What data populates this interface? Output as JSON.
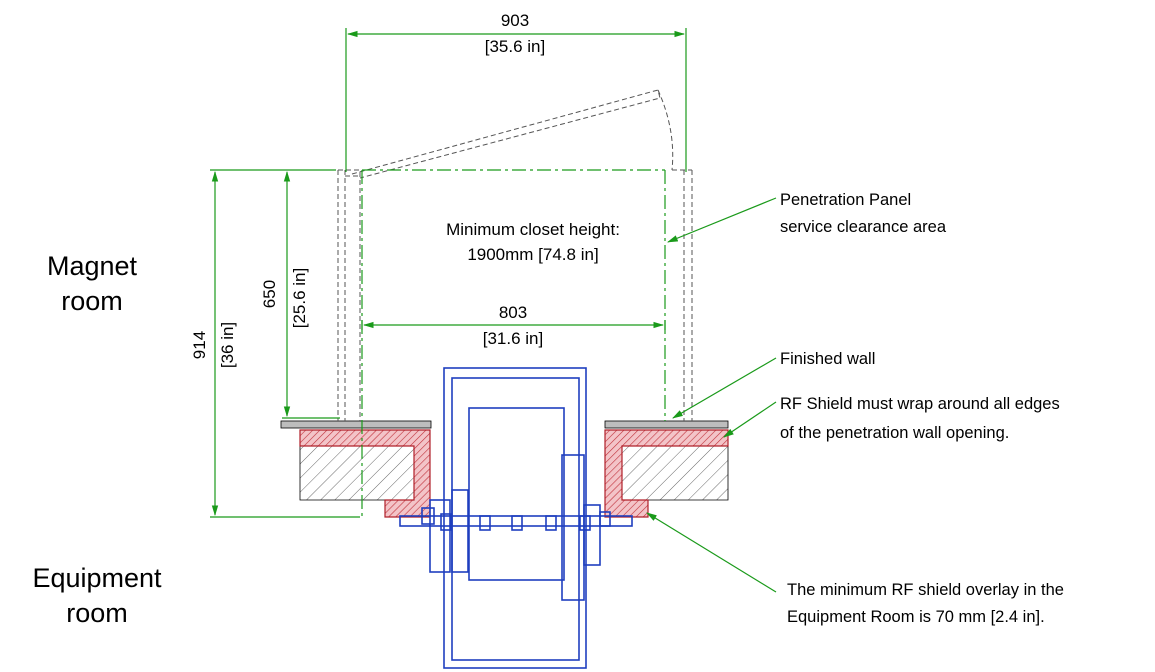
{
  "labels": {
    "magnet_room_line1": "Magnet",
    "magnet_room_line2": "room",
    "equipment_room_line1": "Equipment",
    "equipment_room_line2": "room",
    "dim_903_mm": "903",
    "dim_903_in": "[35.6 in]",
    "dim_803_mm": "803",
    "dim_803_in": "[31.6 in]",
    "dim_650_mm": "650",
    "dim_650_in": "[25.6 in]",
    "dim_914_mm": "914",
    "dim_914_in": "[36 in]",
    "closet_line1": "Minimum closet height:",
    "closet_line2": "1900mm [74.8 in]",
    "callout_panel_line1": "Penetration Panel",
    "callout_panel_line2": "service clearance area",
    "callout_wall": "Finished wall",
    "callout_rf_line1": "RF Shield must wrap around all edges",
    "callout_rf_line2": "of the penetration wall opening.",
    "callout_overlay_line1": "The minimum RF shield overlay in the",
    "callout_overlay_line2": "Equipment Room is 70 mm [2.4 in]."
  },
  "colors": {
    "dimension": "#1a9a1a",
    "equipment_outline": "#1f3fbf",
    "rf_shield": "#b0202a",
    "finished_wall": "#bdbdbd"
  }
}
